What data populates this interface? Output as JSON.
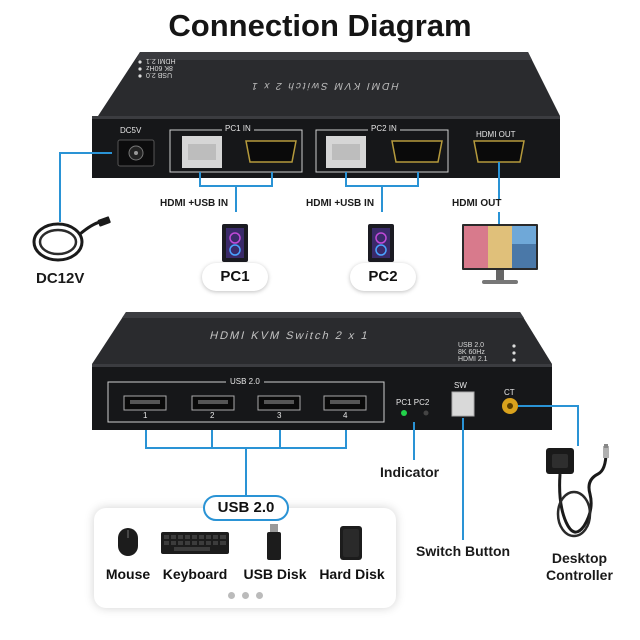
{
  "title": "Connection Diagram",
  "top_device": {
    "model_label": "HDMI KVM Switch 2 x 1",
    "badges": [
      "HDMI 2.1",
      "8K 60Hz",
      "USB 2.0"
    ],
    "ports": {
      "dc": "DC5V",
      "pc1": "PC1 IN",
      "pc2": "PC2 IN",
      "out": "HDMI OUT"
    }
  },
  "connections": {
    "pc1_cable": "HDMI +USB IN",
    "pc2_cable": "HDMI +USB IN",
    "out_cable": "HDMI OUT",
    "power": "DC12V"
  },
  "computers": [
    "PC1",
    "PC2"
  ],
  "bottom_device": {
    "model_label": "HDMI KVM Switch 2 x 1",
    "badges": [
      "USB 2.0",
      "8K 60Hz",
      "HDMI 2.1"
    ],
    "usb_group_label": "USB 2.0",
    "usb_ports": [
      "1",
      "2",
      "3",
      "4"
    ],
    "indicator_labels": "PC1 PC2",
    "sw_label": "SW",
    "ct_label": "CT"
  },
  "callouts": {
    "indicator": "Indicator",
    "switch_button": "Switch Button",
    "controller": "Desktop\nController"
  },
  "usb_panel": {
    "label": "USB 2.0",
    "devices": [
      "Mouse",
      "Keyboard",
      "USB Disk",
      "Hard Disk"
    ]
  },
  "colors": {
    "accent": "#2a93d5",
    "device_body": "#1c1d1f",
    "led_green": "#22d24a",
    "ct_gold": "#d9a21d"
  }
}
